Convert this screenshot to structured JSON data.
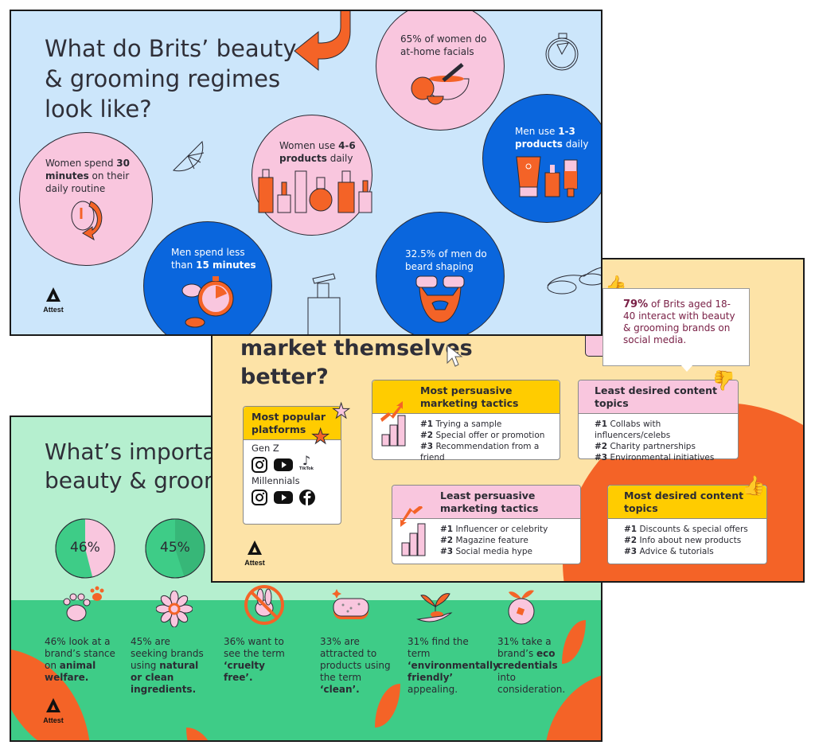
{
  "slide1": {
    "title": "What do Brits’ beauty & grooming regimes look like?",
    "stats": [
      {
        "pre": "Women spend ",
        "bold": "30 minutes",
        "post": " on their daily routine"
      },
      {
        "pre": "Women use ",
        "bold": "4-6 products",
        "post": " daily"
      },
      {
        "pre": "65% of women do at-home facials",
        "bold": "",
        "post": ""
      },
      {
        "pre": "Men use ",
        "bold": "1-3 products",
        "post": " daily"
      },
      {
        "pre": "Men spend less than ",
        "bold": "15 minutes",
        "post": ""
      },
      {
        "pre": "32.5% of men do beard shaping",
        "bold": "",
        "post": ""
      }
    ],
    "logo_label": "Attest"
  },
  "slide2": {
    "title_line1": "market themselves",
    "title_line2": "better?",
    "callout": {
      "bold": "79%",
      "text": " of Brits aged 18-40 interact with beauty & grooming brands on social media."
    },
    "platforms": {
      "header": "Most popular platforms",
      "groups": [
        {
          "label": "Gen Z",
          "icons": [
            "instagram-icon",
            "youtube-icon",
            "tiktok-icon"
          ]
        },
        {
          "label": "Millennials",
          "icons": [
            "instagram-icon",
            "youtube-icon",
            "facebook-icon"
          ]
        }
      ],
      "tiktok_label": "TikTok"
    },
    "cards": [
      {
        "header": "Most persuasive marketing tactics",
        "items": [
          [
            "#1",
            " Trying a sample"
          ],
          [
            "#2",
            " Special offer or promotion"
          ],
          [
            "#3",
            " Recommendation from a friend"
          ]
        ]
      },
      {
        "header": "Least desired content topics",
        "items": [
          [
            "#1",
            " Collabs with influencers/celebs"
          ],
          [
            "#2",
            " Charity partnerships"
          ],
          [
            "#3",
            " Environmental initiatives"
          ]
        ]
      },
      {
        "header": "Least persuasive marketing tactics",
        "items": [
          [
            "#1",
            " Influencer or celebrity"
          ],
          [
            "#2",
            " Magazine feature"
          ],
          [
            "#3",
            " Social media hype"
          ]
        ]
      },
      {
        "header": "Most desired content topics",
        "items": [
          [
            "#1",
            " Discounts & special offers"
          ],
          [
            "#2",
            " Info about new products"
          ],
          [
            "#3",
            " Advice & tutorials"
          ]
        ]
      }
    ],
    "logo_label": "Attest"
  },
  "slide3": {
    "title_line1": "What’s importar",
    "title_line2": "beauty & groom",
    "pies": [
      {
        "label": "46%",
        "value": 46
      },
      {
        "label": "45%",
        "value": 45
      }
    ],
    "stats": [
      {
        "t1": "46% look at a brand’s stance on ",
        "b": "animal welfare.",
        "t2": ""
      },
      {
        "t1": "45% are seeking brands using ",
        "b": "natural or clean ingredients.",
        "t2": ""
      },
      {
        "t1": "36% want to see the term ",
        "b": "‘cruelty free’.",
        "t2": ""
      },
      {
        "t1": "33% are attracted to products using the term ",
        "b": "‘clean’.",
        "t2": ""
      },
      {
        "t1": "31% find the term ",
        "b": "‘environmentally friendly’",
        "t2": " appealing."
      },
      {
        "t1": "31% take a brand’s ",
        "b": "eco credentials",
        "t2": " into consideration."
      }
    ],
    "logo_label": "Attest"
  },
  "colors": {
    "orange": "#f46327",
    "pink": "#f9c6de",
    "blue": "#0a66dd",
    "yellow": "#ffcc00",
    "sky": "#cce6fb",
    "cream": "#fde3a7",
    "mint": "#b5efcf",
    "green": "#3ecc87"
  }
}
